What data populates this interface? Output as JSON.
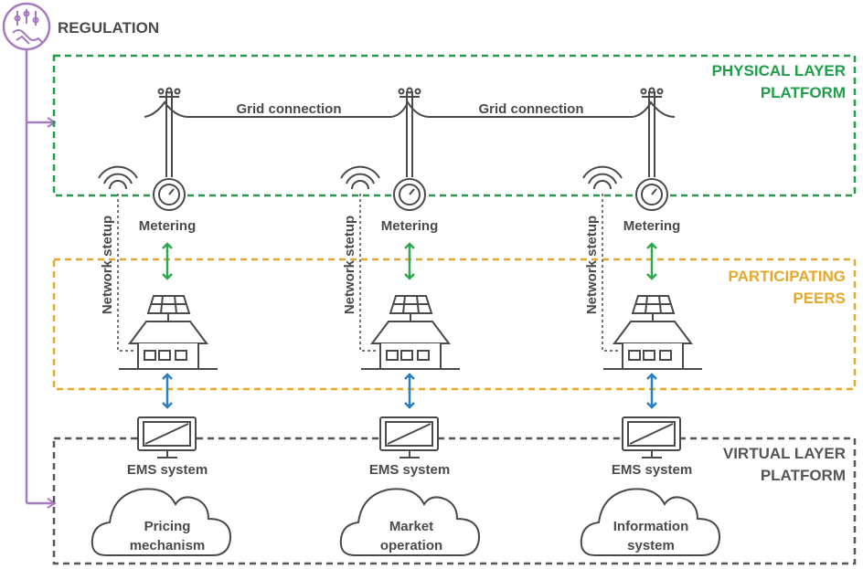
{
  "regulation": {
    "label": "REGULATION",
    "color": "#a57bbf"
  },
  "layers": {
    "physical": {
      "line1": "PHYSICAL LAYER",
      "line2": "PLATFORM",
      "color": "#1f9e4a"
    },
    "peers": {
      "line1": "PARTICIPATING",
      "line2": "PEERS",
      "color": "#e6a82a"
    },
    "virtual": {
      "line1": "VIRTUAL LAYER",
      "line2": "PLATFORM",
      "color": "#555555"
    }
  },
  "grid_connection": [
    "Grid connection",
    "Grid connection"
  ],
  "columns": [
    {
      "metering": "Metering",
      "network": "Network stetup",
      "ems": "EMS system",
      "cloud_line1": "Pricing",
      "cloud_line2": "mechanism"
    },
    {
      "metering": "Metering",
      "network": "Network stetup",
      "ems": "EMS system",
      "cloud_line1": "Market",
      "cloud_line2": "operation"
    },
    {
      "metering": "Metering",
      "network": "Network stetup",
      "ems": "EMS system",
      "cloud_line1": "Information",
      "cloud_line2": "system"
    }
  ],
  "colors": {
    "green_arrow": "#2ea84f",
    "blue_arrow": "#2a7fc1",
    "ink": "#4a4a4a"
  }
}
